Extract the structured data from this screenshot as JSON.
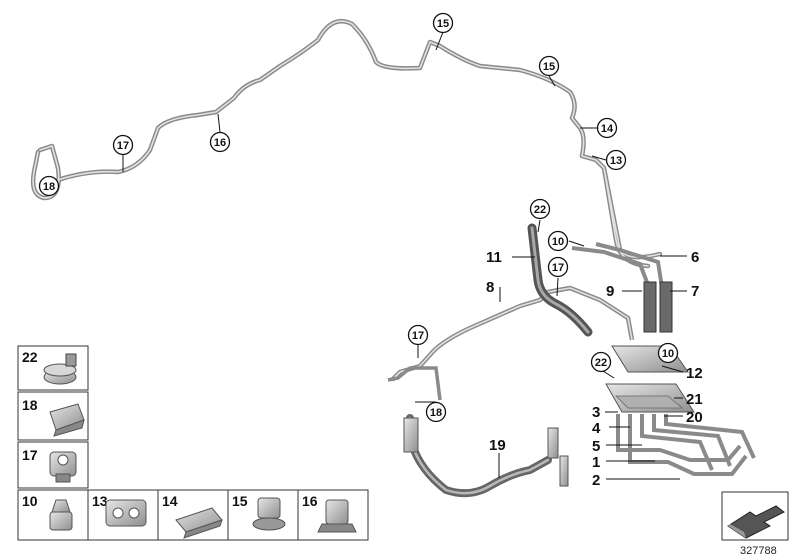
{
  "callouts": {
    "c15a": "15",
    "c15b": "15",
    "c14": "14",
    "c13": "13",
    "c16": "16",
    "c17a": "17",
    "c18a": "18",
    "c22a": "22",
    "c10a": "10",
    "c17b": "17",
    "c17c": "17",
    "c18b": "18",
    "c22b": "22",
    "c10b": "10"
  },
  "labels": {
    "l11": "11",
    "l8": "8",
    "l6": "6",
    "l9": "9",
    "l7": "7",
    "l12": "12",
    "l21": "21",
    "l20": "20",
    "l3": "3",
    "l4": "4",
    "l5": "5",
    "l1": "1",
    "l2": "2",
    "l19": "19"
  },
  "legend": {
    "t22": "22",
    "t18": "18",
    "t17": "17",
    "t10": "10",
    "t13": "13",
    "t14": "14",
    "t15": "15",
    "t16": "16"
  },
  "image_number": "327788"
}
